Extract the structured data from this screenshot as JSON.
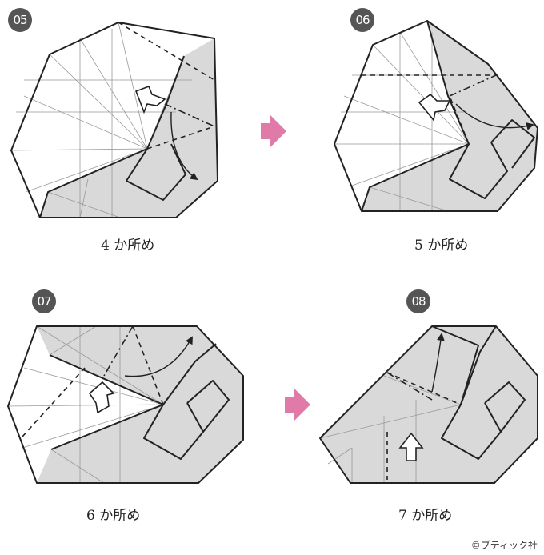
{
  "steps": [
    {
      "number": "05",
      "caption": "4 か所め"
    },
    {
      "number": "06",
      "caption": "5 か所め"
    },
    {
      "number": "07",
      "caption": "6 か所め"
    },
    {
      "number": "08",
      "caption": "7 か所め"
    }
  ],
  "credit": "©ブティック社",
  "colors": {
    "badge": "#555555",
    "shade": "#d9d9d9",
    "arrow": "#e07aa8",
    "line": "#222222"
  }
}
